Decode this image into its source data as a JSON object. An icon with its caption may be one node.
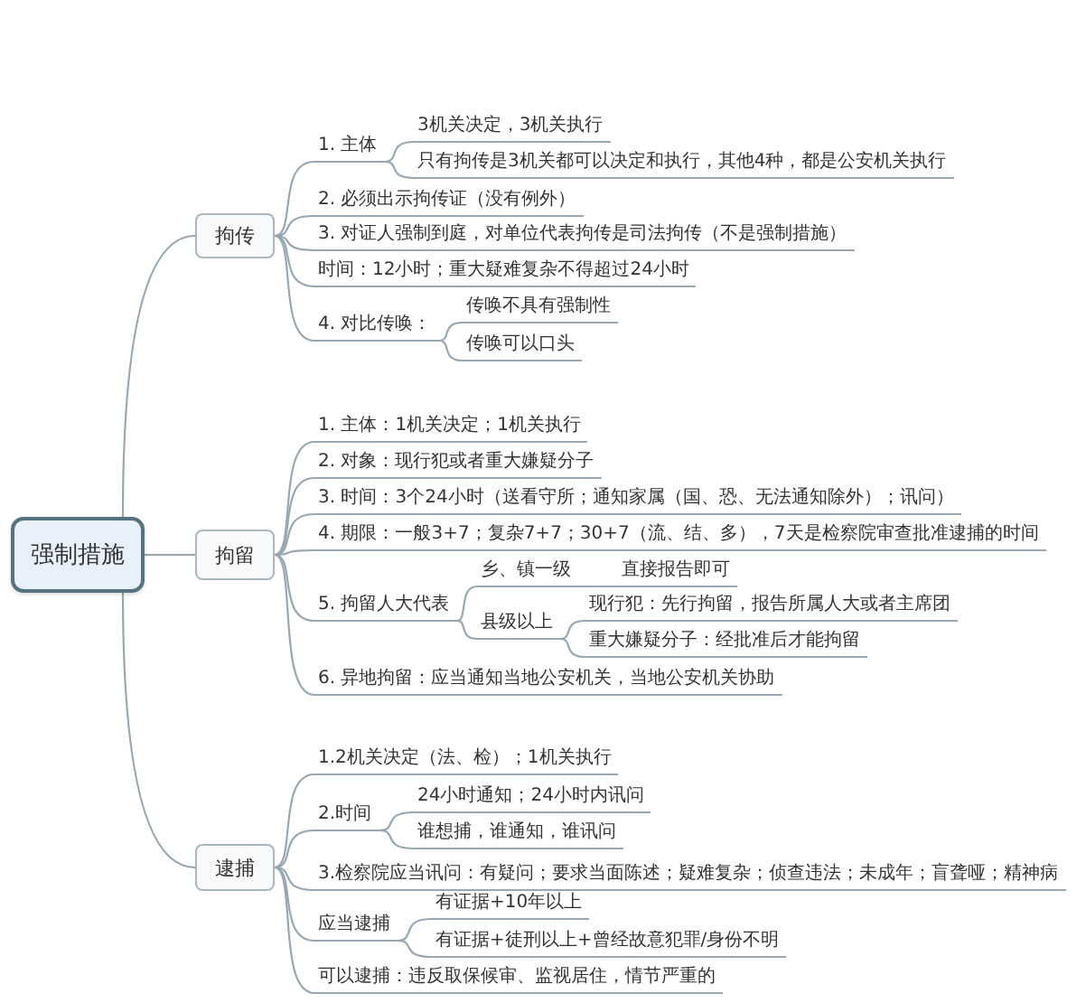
{
  "diagram": {
    "nodes": [
      {
        "text": [
          "强制措施"
        ]
      },
      {
        "text": [
          "拘传"
        ]
      },
      {
        "text": [
          "1. 主体"
        ]
      },
      {
        "text": [
          "3机关决定，3机关执行"
        ]
      },
      {
        "text": [
          "只有拘传是3机关都可以决定和执行，其他4种，都是公安机关执行"
        ]
      },
      {
        "text": [
          "2. 必须出示拘传证（没有例外）"
        ]
      },
      {
        "text": [
          "3. 对证人强制到庭，对单位代表拘传是司法拘传（不是强制措施）"
        ]
      },
      {
        "text": [
          "时间：12小时；重大疑难复杂不得超过24小时"
        ]
      },
      {
        "text": [
          "4. 对比传唤："
        ]
      },
      {
        "text": [
          "传唤不具有强制性"
        ]
      },
      {
        "text": [
          "传唤可以口头"
        ]
      },
      {
        "text": [
          "拘留"
        ]
      },
      {
        "text": [
          "1. 主体：1机关决定；1机关执行"
        ]
      },
      {
        "text": [
          "2. 对象：现行犯或者重大嫌疑分子"
        ]
      },
      {
        "text": [
          "3. 时间：3个24小时（送看守所；通知家属（国、恐、无法通知除外）；讯问）"
        ]
      },
      {
        "text": [
          "4. 期限：一般3+7；复杂7+7；30+7（流、结、多），7天是检察院审查批准逮捕的时间"
        ]
      },
      {
        "text": [
          "5. 拘留人大代表"
        ]
      },
      {
        "text": [
          "乡、镇一级"
        ]
      },
      {
        "text": [
          "直接报告即可"
        ]
      },
      {
        "text": [
          "县级以上"
        ]
      },
      {
        "text": [
          "现行犯：先行拘留，报告所属人大或者主席团"
        ]
      },
      {
        "text": [
          "重大嫌疑分子：经批准后才能拘留"
        ]
      },
      {
        "text": [
          "6. 异地拘留：应当通知当地公安机关，当地公安机关协助"
        ]
      },
      {
        "text": [
          "逮捕"
        ]
      },
      {
        "text": [
          "1.2机关决定（法、检）；1机关执行"
        ]
      },
      {
        "text": [
          "2.时间"
        ]
      },
      {
        "text": [
          "24小时通知；24小时内讯问"
        ]
      },
      {
        "text": [
          "谁想捕，谁通知，谁讯问"
        ]
      },
      {
        "text": [
          "3.检察院应当讯问：有疑问；要求当面陈述；疑难复杂；侦查违法；未成年；盲聋哑；精神病"
        ]
      },
      {
        "text": [
          "应当逮捕"
        ]
      },
      {
        "text": [
          "有证据+10年以上"
        ]
      },
      {
        "text": [
          "有证据+徒刑以上+曾经故意犯罪/身份不明"
        ]
      },
      {
        "text": [
          "可以逮捕：违反取保候审、监视居住，情节严重的"
        ]
      }
    ],
    "edges": [
      {
        "from": 0,
        "to": 1,
        "arrow": "none"
      },
      {
        "from": 0,
        "to": 11,
        "arrow": "none"
      },
      {
        "from": 0,
        "to": 23,
        "arrow": "none"
      },
      {
        "from": 1,
        "to": 2,
        "arrow": "none"
      },
      {
        "from": 2,
        "to": 3,
        "arrow": "none"
      },
      {
        "from": 2,
        "to": 4,
        "arrow": "none"
      },
      {
        "from": 1,
        "to": 5,
        "arrow": "none"
      },
      {
        "from": 1,
        "to": 6,
        "arrow": "none"
      },
      {
        "from": 1,
        "to": 7,
        "arrow": "none"
      },
      {
        "from": 1,
        "to": 8,
        "arrow": "none"
      },
      {
        "from": 8,
        "to": 9,
        "arrow": "none"
      },
      {
        "from": 8,
        "to": 10,
        "arrow": "none"
      },
      {
        "from": 11,
        "to": 12,
        "arrow": "none"
      },
      {
        "from": 11,
        "to": 13,
        "arrow": "none"
      },
      {
        "from": 11,
        "to": 14,
        "arrow": "none"
      },
      {
        "from": 11,
        "to": 15,
        "arrow": "none"
      },
      {
        "from": 11,
        "to": 16,
        "arrow": "none"
      },
      {
        "from": 16,
        "to": 17,
        "arrow": "none"
      },
      {
        "from": 17,
        "to": 18,
        "arrow": "none"
      },
      {
        "from": 16,
        "to": 19,
        "arrow": "none"
      },
      {
        "from": 19,
        "to": 20,
        "arrow": "none"
      },
      {
        "from": 19,
        "to": 21,
        "arrow": "none"
      },
      {
        "from": 11,
        "to": 22,
        "arrow": "none"
      },
      {
        "from": 23,
        "to": 24,
        "arrow": "none"
      },
      {
        "from": 23,
        "to": 25,
        "arrow": "none"
      },
      {
        "from": 25,
        "to": 26,
        "arrow": "none"
      },
      {
        "from": 25,
        "to": 27,
        "arrow": "none"
      },
      {
        "from": 23,
        "to": 28,
        "arrow": "none"
      },
      {
        "from": 23,
        "to": 29,
        "arrow": "none"
      },
      {
        "from": 29,
        "to": 30,
        "arrow": "none"
      },
      {
        "from": 29,
        "to": 31,
        "arrow": "none"
      },
      {
        "from": 23,
        "to": 32,
        "arrow": "none"
      }
    ]
  }
}
